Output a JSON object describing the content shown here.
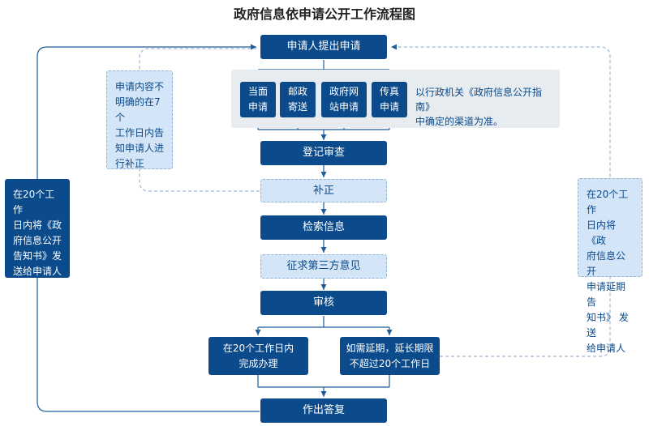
{
  "title": "政府信息依申请公开工作流程图",
  "nodes": {
    "apply": "申请人提出申请",
    "channels": {
      "c1": "当面\n申请",
      "c2": "邮政\n寄送",
      "c3": "政府网\n站申请",
      "c4": "传真\n申请"
    },
    "channels_note": "以行政机关《政府信息公开指南》\n中确定的渠道为准。",
    "register": "登记审查",
    "supplement": "补正",
    "search": "检索信息",
    "third_party": "征求第三方意见",
    "review": "审核",
    "complete_20": "在20个工作日内\n完成办理",
    "extend": "如需延期，延长期限\n不超过20个工作日",
    "reply": "作出答复",
    "left_incomplete_note": "申请内容不\n明确的在7个\n工作日内告\n知申请人进\n行补正",
    "left_notice_note": "在20个工作\n日内将《政\n府信息公开\n告知书》发\n送给申请人",
    "right_extension_note": "在20个工作\n日内将《政\n府信息公开\n申请延期告\n知书》 发送\n给申请人"
  },
  "colors": {
    "primary": "#0b4a8b",
    "light": "#d3e5f7",
    "panel": "#e7ecf1",
    "edge": "#1f5c99",
    "dashed_edge": "#9fb8d0"
  }
}
